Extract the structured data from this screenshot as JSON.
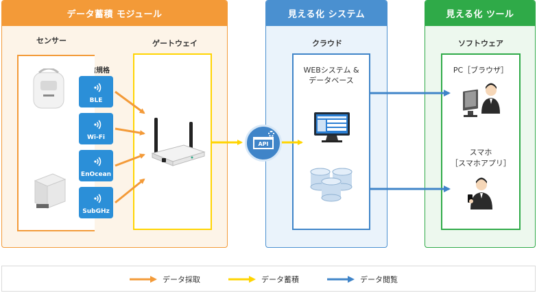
{
  "panels": {
    "collection": {
      "title": "データ蓄積 モジュール",
      "color": "#f39a38",
      "bg": "#fdf4e8"
    },
    "visualize_system": {
      "title": "見える化 システム",
      "color": "#4a90d0",
      "bg": "#eaf3fb"
    },
    "visualize_tool": {
      "title": "見える化 ツール",
      "color": "#2faa48",
      "bg": "#edf8ee"
    }
  },
  "labels": {
    "sensor": "センサー",
    "gateway": "ゲートウェイ",
    "protocol_header": "通信規格",
    "cloud": "クラウド",
    "web_system": "WEBシステム &",
    "database": "データベース",
    "software": "ソフトウェア",
    "pc": "PC［ブラウザ］",
    "smartphone": "スマホ",
    "smartphone_app": "［スマホアプリ］",
    "api": "API"
  },
  "protocols": [
    "BLE",
    "Wi-Fi",
    "EnOcean",
    "SubGHz"
  ],
  "legend": [
    {
      "label": "データ採取",
      "color": "#f39a38"
    },
    {
      "label": "データ蓄積",
      "color": "#ffd400"
    },
    {
      "label": "データ閲覧",
      "color": "#3f84c8"
    }
  ]
}
